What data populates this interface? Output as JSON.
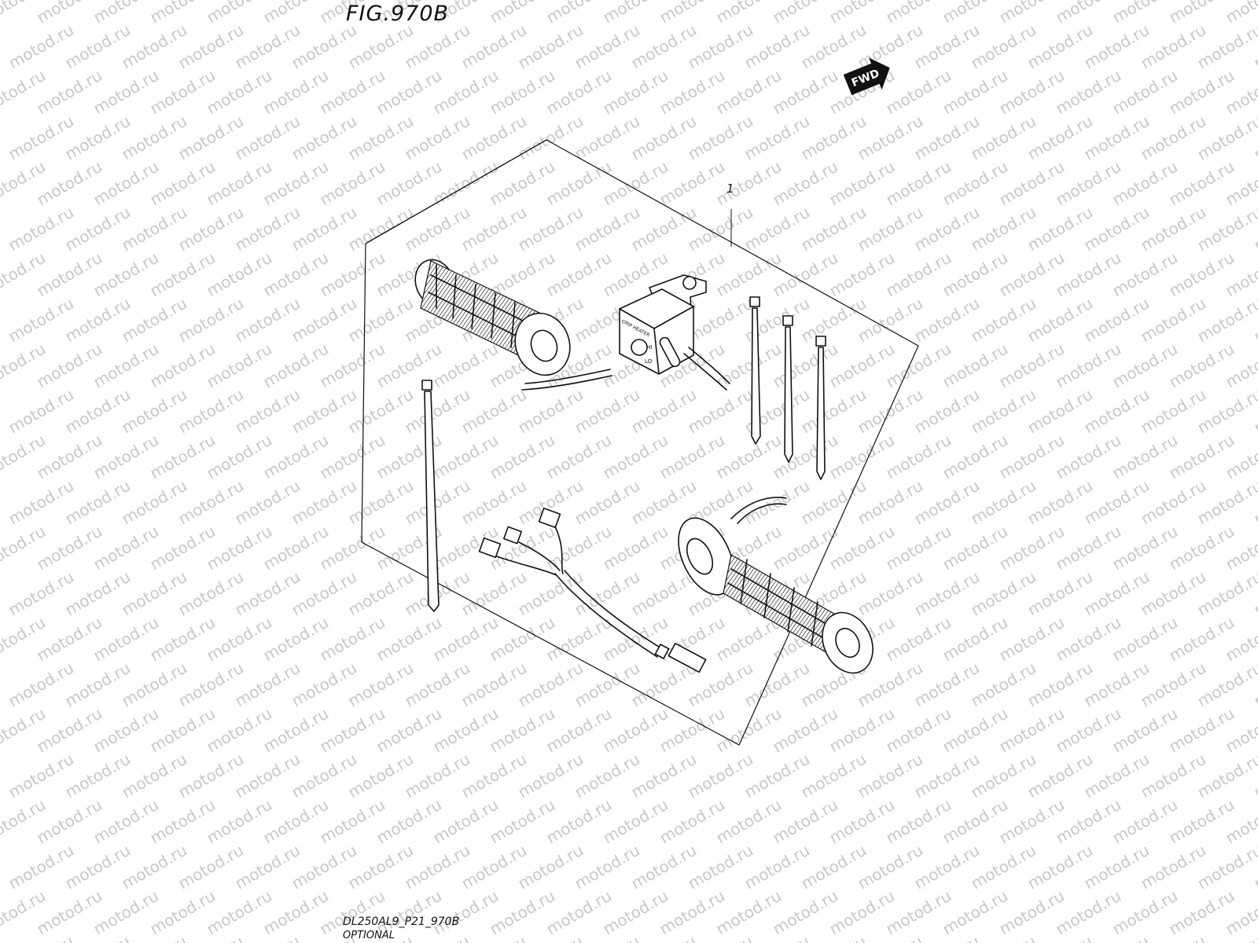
{
  "figure": {
    "title": "FIG.970B",
    "fwd_label": "FWD",
    "callouts": [
      {
        "label": "1"
      }
    ],
    "switch_labels": {
      "name": "GRIP HEATER",
      "hi": "HI",
      "lo": "LO"
    }
  },
  "footer": {
    "model_code": "DL250AL9_P21_970B",
    "note": "OPTIONAL"
  },
  "watermark": {
    "text": "motod.ru",
    "color": "#c8c8c8"
  },
  "icons": [
    "fwd-arrow-icon",
    "grip-heater-left-icon",
    "grip-heater-right-icon",
    "heater-switch-icon",
    "cable-tie-icon",
    "wiring-harness-icon"
  ]
}
